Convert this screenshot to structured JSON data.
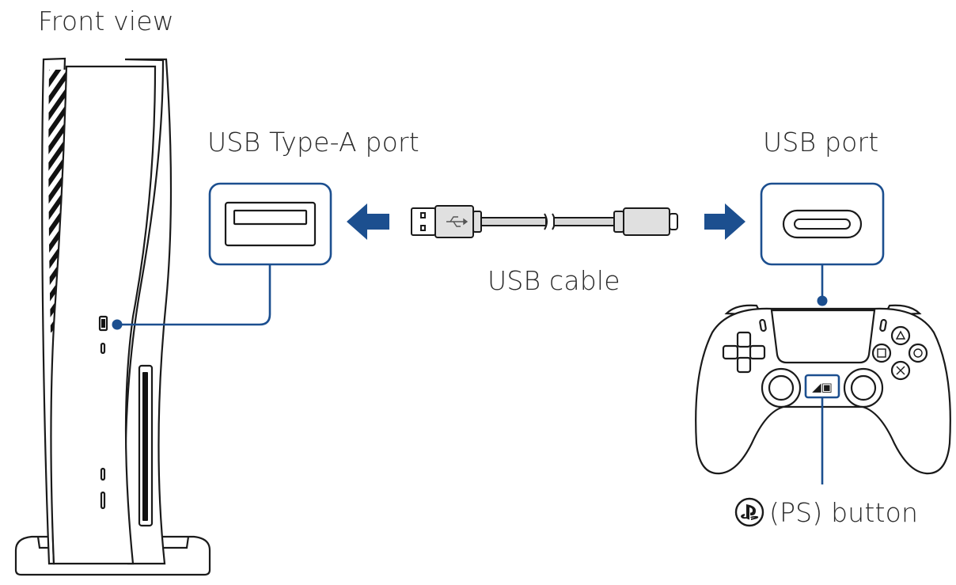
{
  "labels": {
    "front_view": "Front view",
    "usb_type_a_port": "USB Type-A port",
    "usb_port": "USB port",
    "usb_cable": "USB cable",
    "ps_button": "(PS) button"
  },
  "icons": {
    "ps_symbol": "playstation-logo-icon",
    "arrow_left": "arrow-left-icon",
    "arrow_right": "arrow-right-icon",
    "usb_symbol": "usb-trident-icon"
  },
  "colors": {
    "callout_blue": "#1c4f8f",
    "line_dark": "#1a1a1a",
    "cable_grey": "#9a9a9a"
  }
}
